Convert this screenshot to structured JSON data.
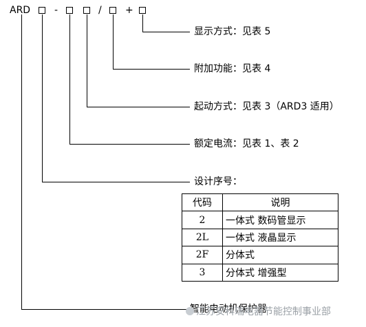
{
  "model": {
    "prefix": "ARD",
    "dash1": "-",
    "slash": "/",
    "plus": "+"
  },
  "callouts": [
    {
      "label": "显示方式：见表 5"
    },
    {
      "label": "附加功能：见表 4"
    },
    {
      "label": "起动方式：见表 3（ARD3 适用）"
    },
    {
      "label": "额定电流：见表 1、表 2"
    },
    {
      "label": "设计序号："
    }
  ],
  "table": {
    "headers": [
      "代码",
      "说明"
    ],
    "rows": [
      {
        "code": "2",
        "desc": "一体式 数码管显示"
      },
      {
        "code": "2L",
        "desc": "一体式 液晶显示"
      },
      {
        "code": "2F",
        "desc": "分体式"
      },
      {
        "code": "3",
        "desc": "分体式 增强型"
      }
    ]
  },
  "bottom_label": "智能电动机保护器",
  "watermark": "江苏安科瑞电器节能控制事业部",
  "colors": {
    "line": "#000000",
    "watermark": "#9aa0a6"
  }
}
